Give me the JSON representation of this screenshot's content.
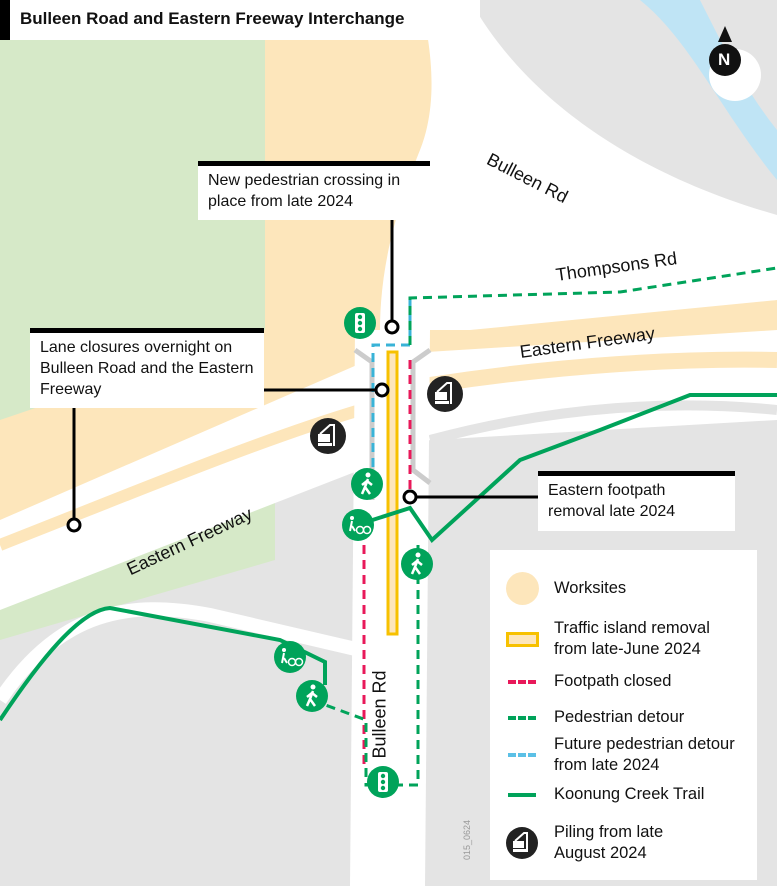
{
  "title": "Bulleen Road and Eastern Freeway Interchange",
  "north_label": "N",
  "road_labels": {
    "bulleen_rd_top": "Bulleen Rd",
    "thompsons_rd": "Thompsons Rd",
    "eastern_freeway_east": "Eastern Freeway",
    "eastern_freeway_west": "Eastern Freeway",
    "bulleen_rd_south": "Bulleen Rd"
  },
  "callouts": {
    "crossing": "New pedestrian crossing in place from late 2024",
    "lane_closures": "Lane closures overnight on Bulleen Road and the Eastern Freeway",
    "footpath_removal": "Eastern footpath removal late 2024"
  },
  "legend": [
    {
      "symbol": "worksite-swatch",
      "label": "Worksites"
    },
    {
      "symbol": "traffic-island-swatch",
      "label": "Traffic island removal from late-June 2024"
    },
    {
      "symbol": "footpath-closed-line",
      "label": "Footpath closed"
    },
    {
      "symbol": "pedestrian-detour-line",
      "label": "Pedestrian detour"
    },
    {
      "symbol": "future-detour-line",
      "label": "Future pedestrian detour from late 2024"
    },
    {
      "symbol": "trail-line",
      "label": "Koonung Creek Trail"
    },
    {
      "symbol": "piling-icon",
      "label": "Piling from late August 2024"
    }
  ],
  "colors": {
    "worksite": "#fde6bb",
    "parkland": "#d6e9c8",
    "water": "#bfe4f5",
    "island": "#f7c100",
    "footpath_closed": "#e8195a",
    "pedestrian_detour": "#00a35a",
    "future_detour": "#39b3d7",
    "trail": "#00a35a"
  },
  "credit": "015_0624"
}
